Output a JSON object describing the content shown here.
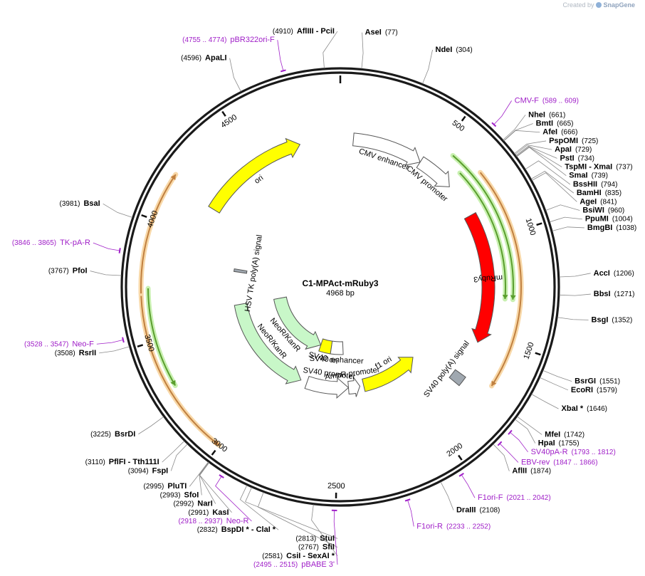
{
  "watermark": {
    "prefix": "Created by",
    "brand": "SnapGene"
  },
  "plasmid": {
    "name": "C1-MPAct-mRuby3",
    "length": 4968,
    "length_label": "4968 bp"
  },
  "ticks": [
    {
      "pos": 500,
      "label": "500"
    },
    {
      "pos": 1000,
      "label": "1000"
    },
    {
      "pos": 1500,
      "label": "1500"
    },
    {
      "pos": 2000,
      "label": "2000"
    },
    {
      "pos": 2500,
      "label": "2500"
    },
    {
      "pos": 3000,
      "label": "3000"
    },
    {
      "pos": 3500,
      "label": "3500"
    },
    {
      "pos": 4000,
      "label": "4000"
    },
    {
      "pos": 4500,
      "label": "4500"
    }
  ],
  "features": [
    {
      "name": "ori",
      "start": 4160,
      "end": 4750,
      "dir": 1,
      "color": "#ffff00",
      "ring": 1
    },
    {
      "name": "CMV enhancer",
      "start": 70,
      "end": 450,
      "dir": 1,
      "color": "#ffffff",
      "ring": 1
    },
    {
      "name": "CMV promoter",
      "start": 450,
      "end": 655,
      "dir": 1,
      "color": "#ffffff",
      "ring": 1
    },
    {
      "name": "mRuby3",
      "start": 845,
      "end": 1545,
      "dir": 1,
      "color": "#ff0000",
      "ring": 1,
      "label_inside": true
    },
    {
      "name": "SV40 poly(A) signal",
      "start": 1735,
      "end": 1790,
      "dir": 0,
      "color": "#a0a8b0",
      "ring": 1
    },
    {
      "name": "f1 ori",
      "start": 1850,
      "end": 2300,
      "dir": -1,
      "color": "#ffff00",
      "ring": 2
    },
    {
      "name": "AmpR promoter",
      "start": 2330,
      "end": 2420,
      "dir": -1,
      "color": "#ffffff",
      "ring": 2
    },
    {
      "name": "SV40 promoter",
      "start": 2420,
      "end": 2750,
      "dir": -1,
      "color": "#ffffff",
      "ring": 2
    },
    {
      "name": "SV40 ori",
      "start": 2600,
      "end": 2740,
      "dir": 0,
      "color": "#ffff00",
      "ring": 3
    },
    {
      "name": "SV40 enhancer",
      "start": 2450,
      "end": 2600,
      "dir": 0,
      "color": "#ffffff",
      "ring": 3
    },
    {
      "name": "NeoR/KanR",
      "start": 2800,
      "end": 3590,
      "dir": -1,
      "color": "#c8f7c8",
      "ring": 2
    },
    {
      "name": "NeoR/KanR",
      "start": 2740,
      "end": 3580,
      "dir": -1,
      "color": "#c8f7c8",
      "ring": 3
    },
    {
      "name": "HSV TK poly(A) signal",
      "start": 3840,
      "end": 3860,
      "dir": 0,
      "color": "#a0a8b0",
      "ring": 2
    }
  ],
  "orfs": [
    {
      "start": 560,
      "end": 1300,
      "dir": 1,
      "radius": 243,
      "color": "#5a9e2e",
      "glow": "#c8f0b0"
    },
    {
      "start": 640,
      "end": 1300,
      "dir": 1,
      "radius": 232,
      "color": "#5a9e2e",
      "glow": "#c8f0b0"
    },
    {
      "start": 700,
      "end": 1700,
      "dir": 1,
      "radius": 254,
      "color": "#c08040",
      "glow": "#f8d8a8"
    },
    {
      "start": 3300,
      "end": 3720,
      "dir": -1,
      "radius": 270,
      "color": "#5a9e2e",
      "glow": "#c8f0b0"
    },
    {
      "start": 3000,
      "end": 3730,
      "dir": -1,
      "radius": 280,
      "color": "#c08040",
      "glow": "#f8d8a8"
    },
    {
      "start": 3700,
      "end": 4200,
      "dir": 1,
      "radius": 280,
      "color": "#c08040",
      "glow": "#f8d8a8"
    }
  ],
  "sites": [
    {
      "name": "AseI",
      "pos": 77,
      "pos_label": "(77)"
    },
    {
      "name": "NdeI",
      "pos": 304,
      "pos_label": "(304)"
    },
    {
      "name": "NheI",
      "pos": 661,
      "pos_label": "(661)"
    },
    {
      "name": "BmtI",
      "pos": 665,
      "pos_label": "(665)"
    },
    {
      "name": "AfeI",
      "pos": 666,
      "pos_label": "(666)"
    },
    {
      "name": "PspOMI",
      "pos": 725,
      "pos_label": "(725)"
    },
    {
      "name": "ApaI",
      "pos": 729,
      "pos_label": "(729)"
    },
    {
      "name": "PstI",
      "pos": 734,
      "pos_label": "(734)"
    },
    {
      "name": "TspMI - XmaI",
      "pos": 737,
      "pos_label": "(737)"
    },
    {
      "name": "SmaI",
      "pos": 739,
      "pos_label": "(739)"
    },
    {
      "name": "BssHII",
      "pos": 794,
      "pos_label": "(794)"
    },
    {
      "name": "BamHI",
      "pos": 835,
      "pos_label": "(835)"
    },
    {
      "name": "AgeI",
      "pos": 841,
      "pos_label": "(841)"
    },
    {
      "name": "BsiWI",
      "pos": 960,
      "pos_label": "(960)"
    },
    {
      "name": "PpuMI",
      "pos": 1004,
      "pos_label": "(1004)"
    },
    {
      "name": "BmgBI",
      "pos": 1038,
      "pos_label": "(1038)"
    },
    {
      "name": "AccI",
      "pos": 1206,
      "pos_label": "(1206)"
    },
    {
      "name": "BbsI",
      "pos": 1271,
      "pos_label": "(1271)"
    },
    {
      "name": "BsgI",
      "pos": 1352,
      "pos_label": "(1352)"
    },
    {
      "name": "BsrGI",
      "pos": 1551,
      "pos_label": "(1551)"
    },
    {
      "name": "EcoRI",
      "pos": 1579,
      "pos_label": "(1579)"
    },
    {
      "name": "XbaI *",
      "pos": 1646,
      "pos_label": "(1646)"
    },
    {
      "name": "MfeI",
      "pos": 1742,
      "pos_label": "(1742)"
    },
    {
      "name": "HpaI",
      "pos": 1755,
      "pos_label": "(1755)"
    },
    {
      "name": "AflII",
      "pos": 1874,
      "pos_label": "(1874)"
    },
    {
      "name": "DraIII",
      "pos": 2108,
      "pos_label": "(2108)"
    },
    {
      "name": "CsiI - SexAI *",
      "pos": 2581,
      "pos_label": "(2581)"
    },
    {
      "name": "SfiI",
      "pos": 2767,
      "pos_label": "(2767)"
    },
    {
      "name": "StuI",
      "pos": 2813,
      "pos_label": "(2813)"
    },
    {
      "name": "BspDI * - ClaI *",
      "pos": 2832,
      "pos_label": "(2832)"
    },
    {
      "name": "KasI",
      "pos": 2991,
      "pos_label": "(2991)"
    },
    {
      "name": "NarI",
      "pos": 2992,
      "pos_label": "(2992)"
    },
    {
      "name": "SfoI",
      "pos": 2993,
      "pos_label": "(2993)"
    },
    {
      "name": "PluTI",
      "pos": 2995,
      "pos_label": "(2995)"
    },
    {
      "name": "FspI",
      "pos": 3094,
      "pos_label": "(3094)"
    },
    {
      "name": "PflFI - Tth111I",
      "pos": 3110,
      "pos_label": "(3110)"
    },
    {
      "name": "BsrDI",
      "pos": 3225,
      "pos_label": "(3225)"
    },
    {
      "name": "RsrII",
      "pos": 3508,
      "pos_label": "(3508)"
    },
    {
      "name": "PfoI",
      "pos": 3767,
      "pos_label": "(3767)"
    },
    {
      "name": "BsaI",
      "pos": 3981,
      "pos_label": "(3981)"
    },
    {
      "name": "ApaLI",
      "pos": 4596,
      "pos_label": "(4596)"
    },
    {
      "name": "AflIII - PciI",
      "pos": 4910,
      "pos_label": "(4910)"
    }
  ],
  "primers": [
    {
      "name": "CMV-F",
      "range": "(589 .. 609)",
      "pos": 599
    },
    {
      "name": "SV40pA-R",
      "range": "(1793 .. 1812)",
      "pos": 1802
    },
    {
      "name": "EBV-rev",
      "range": "(1847 .. 1866)",
      "pos": 1856
    },
    {
      "name": "F1ori-F",
      "range": "(2021 .. 2042)",
      "pos": 2031
    },
    {
      "name": "F1ori-R",
      "range": "(2233 .. 2252)",
      "pos": 2242
    },
    {
      "name": "pBABE 3'",
      "range": "(2495 .. 2515)",
      "pos": 2505
    },
    {
      "name": "Neo-R",
      "range": "(2918 .. 2937)",
      "pos": 2927
    },
    {
      "name": "Neo-F",
      "range": "(3528 .. 3547)",
      "pos": 3537
    },
    {
      "name": "TK-pA-R",
      "range": "(3846 .. 3865)",
      "pos": 3855
    },
    {
      "name": "pBR322ori-F",
      "range": "(4755 .. 4774)",
      "pos": 4764
    }
  ],
  "colors": {
    "backbone": "#1a1a1a",
    "primer": "#a020c8",
    "site_line": "#8a8a8a"
  }
}
